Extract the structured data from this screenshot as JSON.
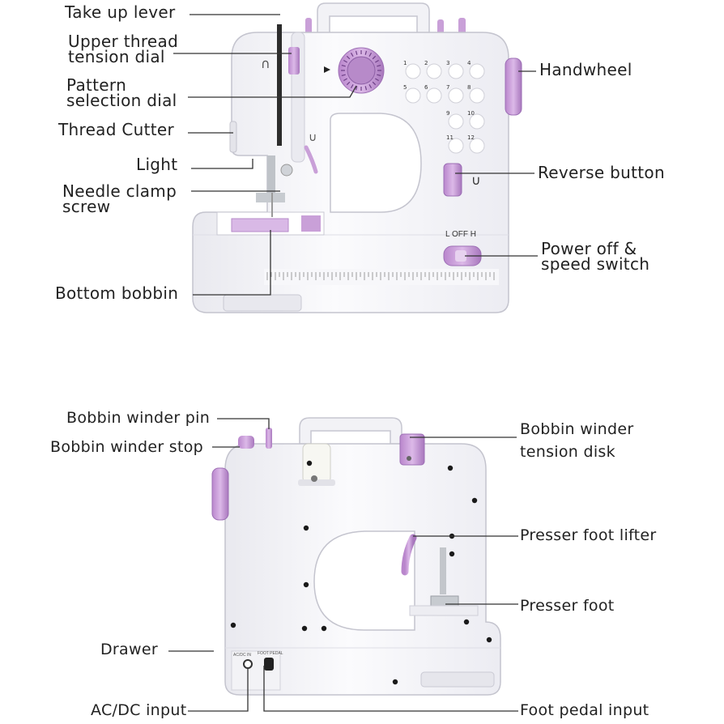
{
  "front_labels": {
    "take_up_lever": "Take up lever",
    "upper_thread_tension_dial": [
      "Upper thread",
      "tension dial"
    ],
    "pattern_selection_dial": [
      "Pattern",
      "selection dial"
    ],
    "thread_cutter": "Thread Cutter",
    "light": "Light",
    "needle_clamp_screw": [
      "Needle clamp",
      "screw"
    ],
    "bottom_bobbin": "Bottom bobbin",
    "handwheel": "Handwheel",
    "reverse_button": "Reverse button",
    "power_speed_switch": [
      "Power off &",
      "speed switch"
    ]
  },
  "back_labels": {
    "bobbin_winder_pin": "Bobbin winder pin",
    "bobbin_winder_stop": "Bobbin winder stop",
    "bobbin_winder_tension_disk": [
      "Bobbin winder",
      "tension disk"
    ],
    "presser_foot_lifter": "Presser foot lifter",
    "presser_foot": "Presser foot",
    "drawer": "Drawer",
    "ac_dc_input": "AC/DC input",
    "foot_pedal_input": "Foot pedal input"
  },
  "machine_markings": {
    "speed_switch": "L  OFF  H",
    "stitch_numbers": [
      "1",
      "2",
      "3",
      "4",
      "5",
      "6",
      "7",
      "8",
      "9",
      "10",
      "11",
      "12"
    ]
  },
  "colors": {
    "body": "#f4f4f8",
    "outline": "#c8c8d2",
    "accent": "#c9a0d8",
    "accent_dark": "#9d6fb5",
    "leader_line": "#333333"
  }
}
